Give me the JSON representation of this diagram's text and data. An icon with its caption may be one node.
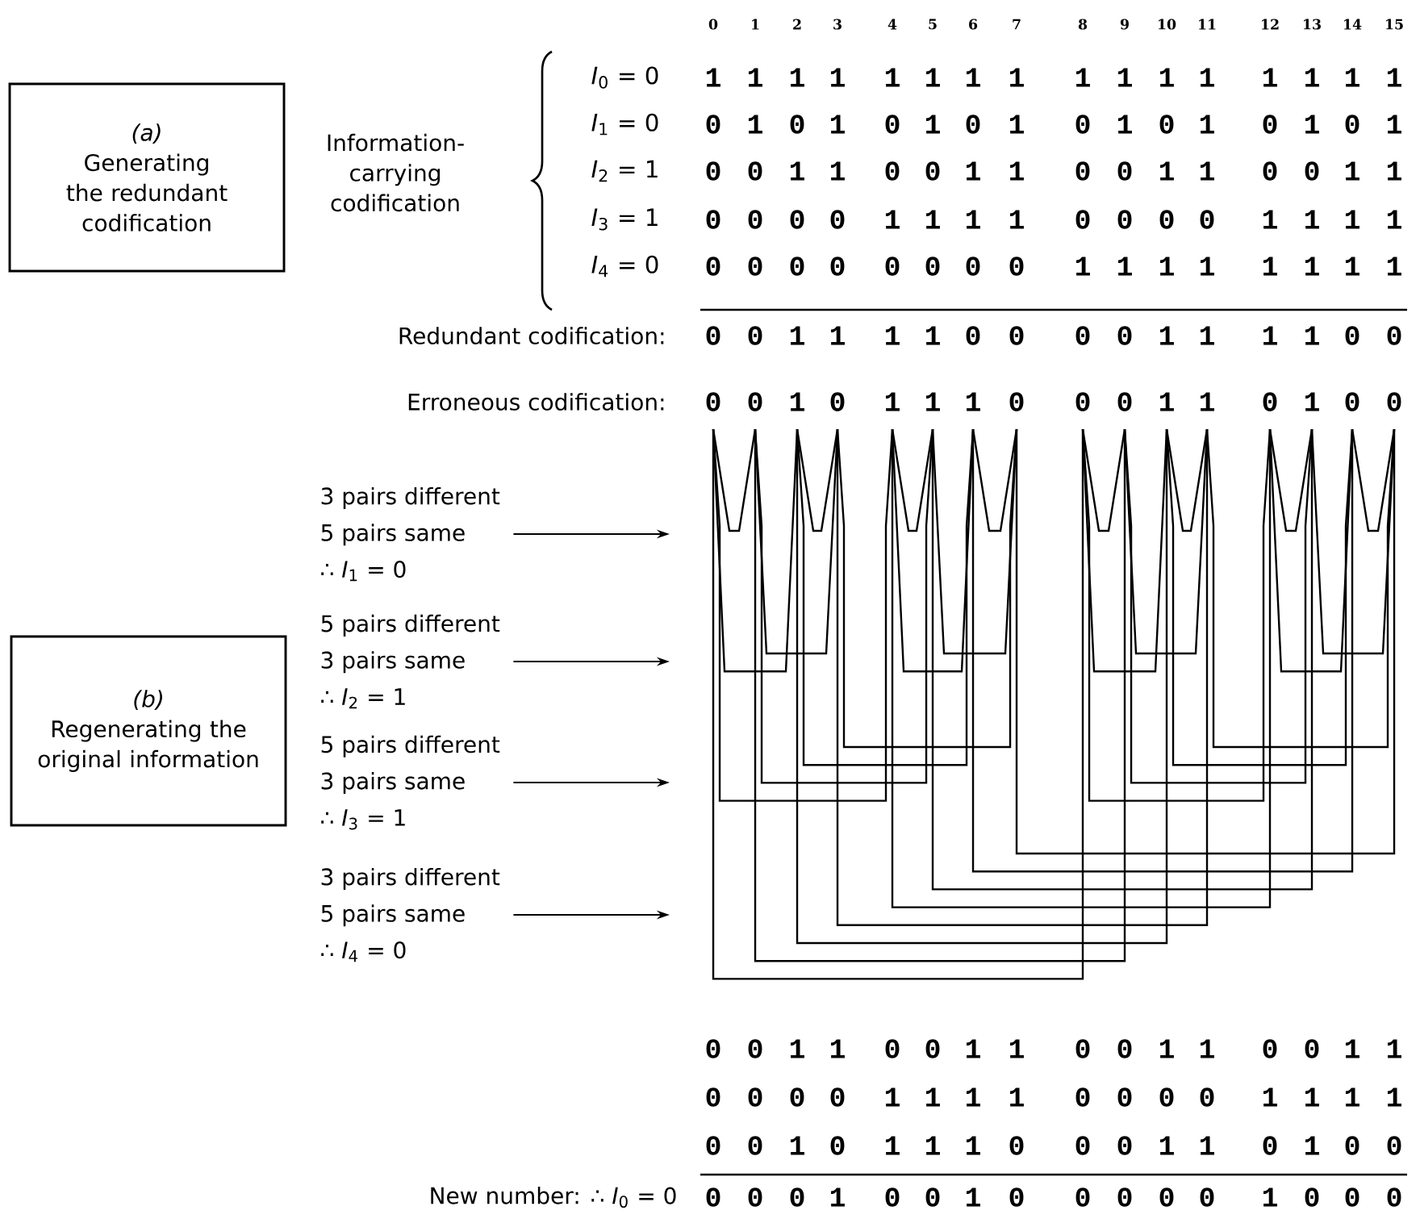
{
  "diagram": {
    "nodes": [
      {
        "text": [
          "(a)",
          "Generating the redundant codification"
        ]
      },
      {
        "text": [
          "(b)",
          "Regenerating the original information"
        ]
      },
      {
        "text": [
          "3 pairs different",
          "5 pairs same",
          "∴ *I*$_{1}$ = 0"
        ]
      },
      {
        "text": [
          "5 pairs different",
          "3 pairs same",
          "∴ *I*$_{2}$ = 1"
        ]
      },
      {
        "text": [
          "5 pairs different",
          "3 pairs same",
          "∴ *I*$_{3}$ = 1"
        ]
      },
      {
        "text": [
          "3 pairs different",
          "5 pairs same",
          "∴ *I*$_{4}$ = 0"
        ]
      }
    ],
    "edges": [
      {
        "from": 2,
        "to": null,
        "arrow": "to"
      },
      {
        "from": 3,
        "to": null,
        "arrow": "to"
      },
      {
        "from": 4,
        "to": null,
        "arrow": "to"
      },
      {
        "from": 5,
        "to": null,
        "arrow": "to"
      }
    ],
    "labels": [
      "0",
      "1",
      "2",
      "3",
      "4",
      "5",
      "6",
      "7",
      "8",
      "9",
      "10",
      "11",
      "12",
      "13",
      "14",
      "15",
      "Information-carrying codification",
      "*I*$_{0}$ = 0",
      "1",
      "1",
      "1",
      "1",
      "1",
      "1",
      "1",
      "1",
      "1",
      "1",
      "1",
      "1",
      "1",
      "1",
      "1",
      "1",
      "*I*$_{1}$ = 0",
      "0",
      "1",
      "0",
      "1",
      "0",
      "1",
      "0",
      "1",
      "0",
      "1",
      "0",
      "1",
      "0",
      "1",
      "0",
      "1",
      "*I*$_{2}$ = 1",
      "0",
      "0",
      "1",
      "1",
      "0",
      "0",
      "1",
      "1",
      "0",
      "0",
      "1",
      "1",
      "0",
      "0",
      "1",
      "1",
      "*I*$_{3}$ = 1",
      "0",
      "0",
      "0",
      "0",
      "1",
      "1",
      "1",
      "1",
      "0",
      "0",
      "0",
      "0",
      "1",
      "1",
      "1",
      "1",
      "*I*$_{4}$ = 0",
      "0",
      "0",
      "0",
      "0",
      "0",
      "0",
      "0",
      "0",
      "1",
      "1",
      "1",
      "1",
      "1",
      "1",
      "1",
      "1",
      "Redundant codification:",
      "0",
      "0",
      "1",
      "1",
      "1",
      "1",
      "0",
      "0",
      "0",
      "0",
      "1",
      "1",
      "1",
      "1",
      "0",
      "0",
      "Erroneous codification:",
      "0",
      "0",
      "1",
      "0",
      "1",
      "1",
      "1",
      "0",
      "0",
      "0",
      "1",
      "1",
      "0",
      "1",
      "0",
      "0",
      "0",
      "0",
      "1",
      "1",
      "0",
      "0",
      "1",
      "1",
      "0",
      "0",
      "1",
      "1",
      "0",
      "0",
      "1",
      "1",
      "0",
      "0",
      "0",
      "0",
      "1",
      "1",
      "1",
      "1",
      "0",
      "0",
      "0",
      "0",
      "1",
      "1",
      "1",
      "1",
      "0",
      "0",
      "1",
      "0",
      "1",
      "1",
      "1",
      "0",
      "0",
      "0",
      "1",
      "1",
      "0",
      "1",
      "0",
      "0",
      "New number: ∴ *I*$_{0}$ = 0",
      "0",
      "0",
      "0",
      "1",
      "0",
      "0",
      "1",
      "0",
      "0",
      "0",
      "0",
      "0",
      "1",
      "0",
      "0",
      "0"
    ]
  }
}
